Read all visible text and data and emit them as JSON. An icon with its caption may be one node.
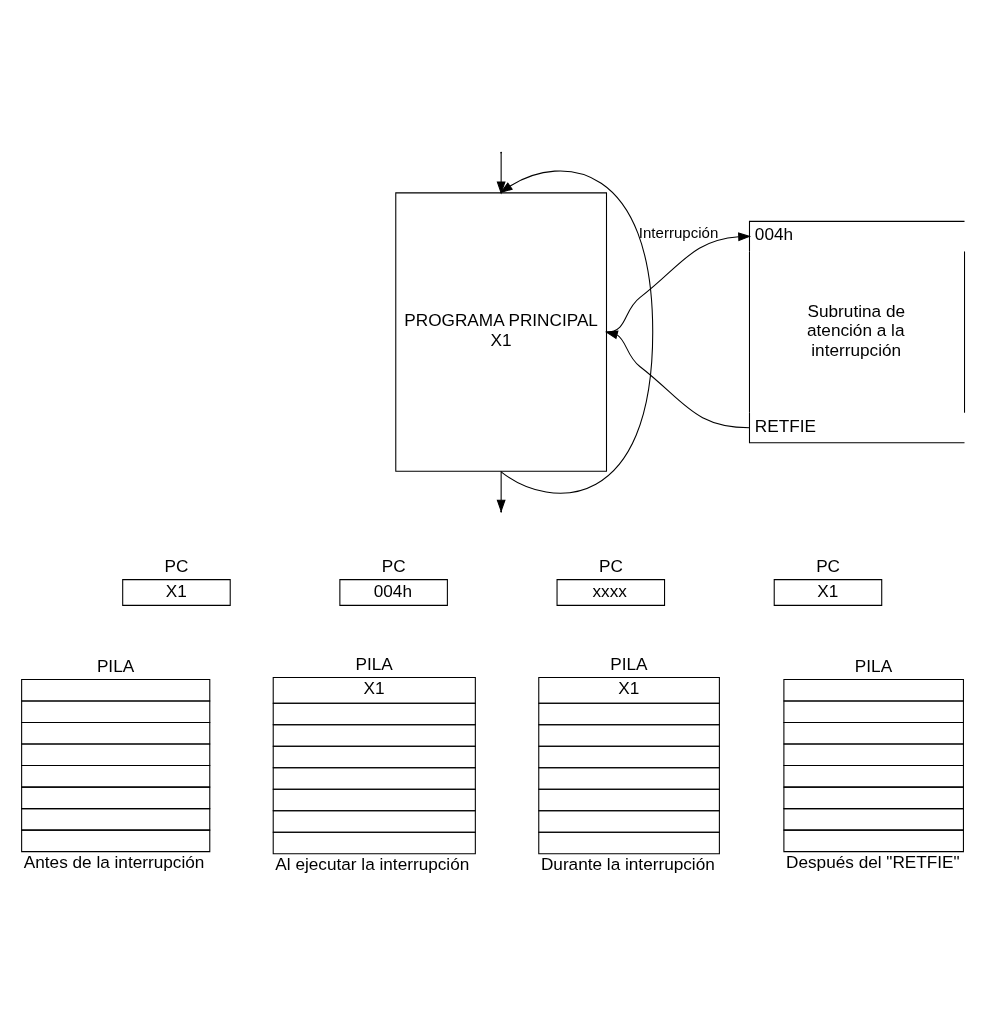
{
  "diagram": {
    "nodes": [
      {
        "text": [
          "PROGRAMA PRINCIPAL",
          "X1"
        ]
      },
      {
        "text": [
          "004h",
          "Subrutina de atención a la interrupción",
          "RETFIE"
        ]
      },
      {
        "text": [
          "PC",
          "X1"
        ]
      },
      {
        "text": [
          "PC",
          "004h"
        ]
      },
      {
        "text": [
          "PC",
          "xxxx"
        ]
      },
      {
        "text": [
          "PC",
          "X1"
        ]
      },
      {
        "text": [
          "PILA"
        ],
        "beside": [
          "Antes de la interrupción"
        ]
      },
      {
        "text": [
          "PILA",
          "X1"
        ],
        "beside": [
          "Al ejecutar la interrupción"
        ]
      },
      {
        "text": [
          "PILA",
          "X1"
        ],
        "beside": [
          "Durante la interrupción"
        ]
      },
      {
        "text": [
          "PILA"
        ],
        "beside": [
          "Después del \"RETFIE\""
        ]
      }
    ],
    "edges": [
      {
        "from": null,
        "to": 0,
        "arrow": "to"
      },
      {
        "from": 0,
        "to": null,
        "arrow": "to"
      },
      {
        "from": 0,
        "to": 0,
        "arrow": "to"
      },
      {
        "from": 0,
        "to": 1,
        "arrow": "to",
        "label": "Interrupción"
      },
      {
        "from": 1,
        "to": 0,
        "arrow": "to"
      }
    ]
  }
}
